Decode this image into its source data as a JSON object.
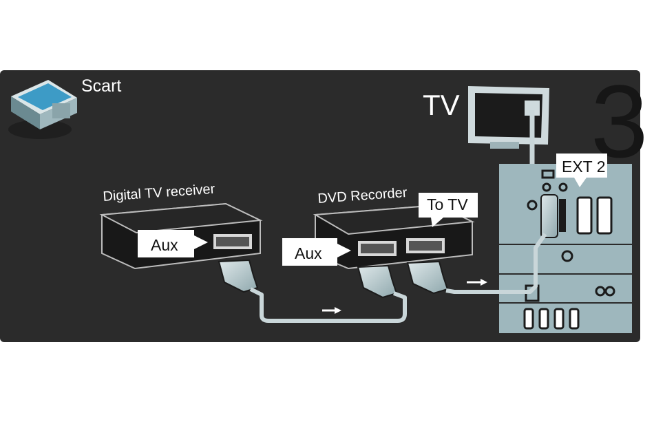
{
  "header": {
    "connector_label": "Scart",
    "step_number": "3"
  },
  "tv": {
    "label": "TV"
  },
  "devices": {
    "receiver": {
      "name": "Digital TV receiver",
      "port_label": "Aux"
    },
    "recorder": {
      "name": "DVD Recorder",
      "port_label": "Aux",
      "out_label": "To TV"
    }
  },
  "tv_panel": {
    "port_label": "EXT 2"
  },
  "colors": {
    "background": "#2b2b2b",
    "panel": "#9eb7bd",
    "cable": "#c9d6d9",
    "device": "#1e1e1e",
    "text": "#ffffff"
  },
  "icons": [
    "scart-connector-icon",
    "tv-icon",
    "arrow-right-icon"
  ]
}
